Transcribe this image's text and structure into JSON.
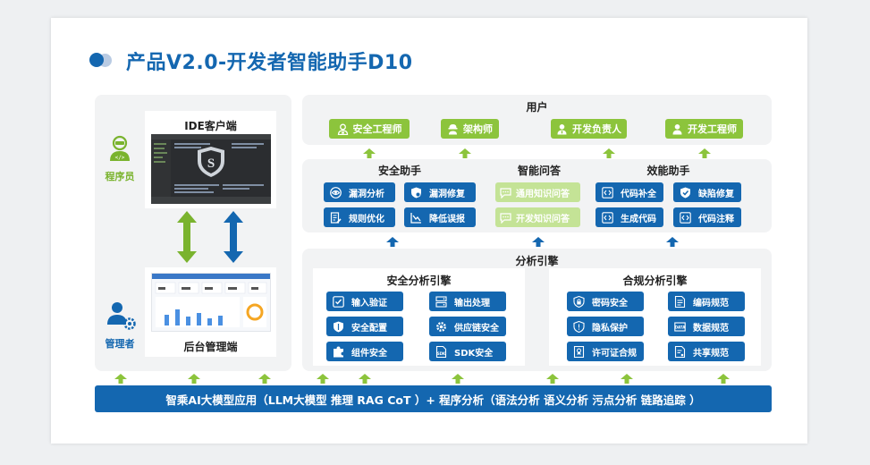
{
  "title": "产品V2.0-开发者智能助手D10",
  "left_panel": {
    "ide_label": "IDE客户端",
    "admin_label": "后台管理端",
    "programmer_label": "程序员",
    "manager_label": "管理者"
  },
  "users": {
    "title": "用户",
    "items": [
      {
        "label": "安全工程师",
        "icon": "person-badge-icon"
      },
      {
        "label": "架构师",
        "icon": "hardhat-person-icon"
      },
      {
        "label": "开发负责人",
        "icon": "person-tie-icon"
      },
      {
        "label": "开发工程师",
        "icon": "person-icon"
      }
    ]
  },
  "assistants": {
    "security": {
      "title": "安全助手",
      "items": [
        {
          "label": "漏洞分析",
          "icon": "eye-icon"
        },
        {
          "label": "漏洞修复",
          "icon": "shield-gear-icon"
        },
        {
          "label": "规则优化",
          "icon": "document-edit-icon"
        },
        {
          "label": "降低误报",
          "icon": "chart-down-icon"
        }
      ]
    },
    "qa": {
      "title": "智能问答",
      "items": [
        {
          "label": "通用知识问答",
          "icon": "chat-icon"
        },
        {
          "label": "开发知识问答",
          "icon": "chat-icon"
        }
      ]
    },
    "efficiency": {
      "title": "效能助手",
      "items": [
        {
          "label": "代码补全",
          "icon": "code-icon"
        },
        {
          "label": "缺陷修复",
          "icon": "shield-check-icon"
        },
        {
          "label": "生成代码",
          "icon": "code-icon"
        },
        {
          "label": "代码注释",
          "icon": "code-icon"
        }
      ]
    }
  },
  "engines": {
    "title": "分析引擎",
    "security": {
      "title": "安全分析引擎",
      "items": [
        {
          "label": "输入验证",
          "icon": "check-square-icon"
        },
        {
          "label": "输出处理",
          "icon": "server-icon"
        },
        {
          "label": "安全配置",
          "icon": "shield-icon"
        },
        {
          "label": "供应链安全",
          "icon": "gear-icon"
        },
        {
          "label": "组件安全",
          "icon": "puzzle-icon"
        },
        {
          "label": "SDK安全",
          "icon": "sdk-file-icon"
        }
      ]
    },
    "compliance": {
      "title": "合规分析引擎",
      "items": [
        {
          "label": "密码安全",
          "icon": "lock-icon"
        },
        {
          "label": "编码规范",
          "icon": "document-icon"
        },
        {
          "label": "隐私保护",
          "icon": "shield-alert-icon"
        },
        {
          "label": "数据规范",
          "icon": "data-icon"
        },
        {
          "label": "许可证合规",
          "icon": "certificate-icon"
        },
        {
          "label": "共享规范",
          "icon": "share-doc-icon"
        }
      ]
    }
  },
  "bottom_bar": "智乘AI大模型应用（LLM大模型  推理 RAG CoT ）+ 程序分析（语法分析 语义分析 污点分析 链路追踪 ）",
  "colors": {
    "primary_blue": "#1467b0",
    "green": "#8cc43c",
    "light_green": "#c4e396",
    "panel_gray": "#f2f3f4",
    "programmer_green": "#7ab32e",
    "manager_blue": "#1467b0"
  }
}
